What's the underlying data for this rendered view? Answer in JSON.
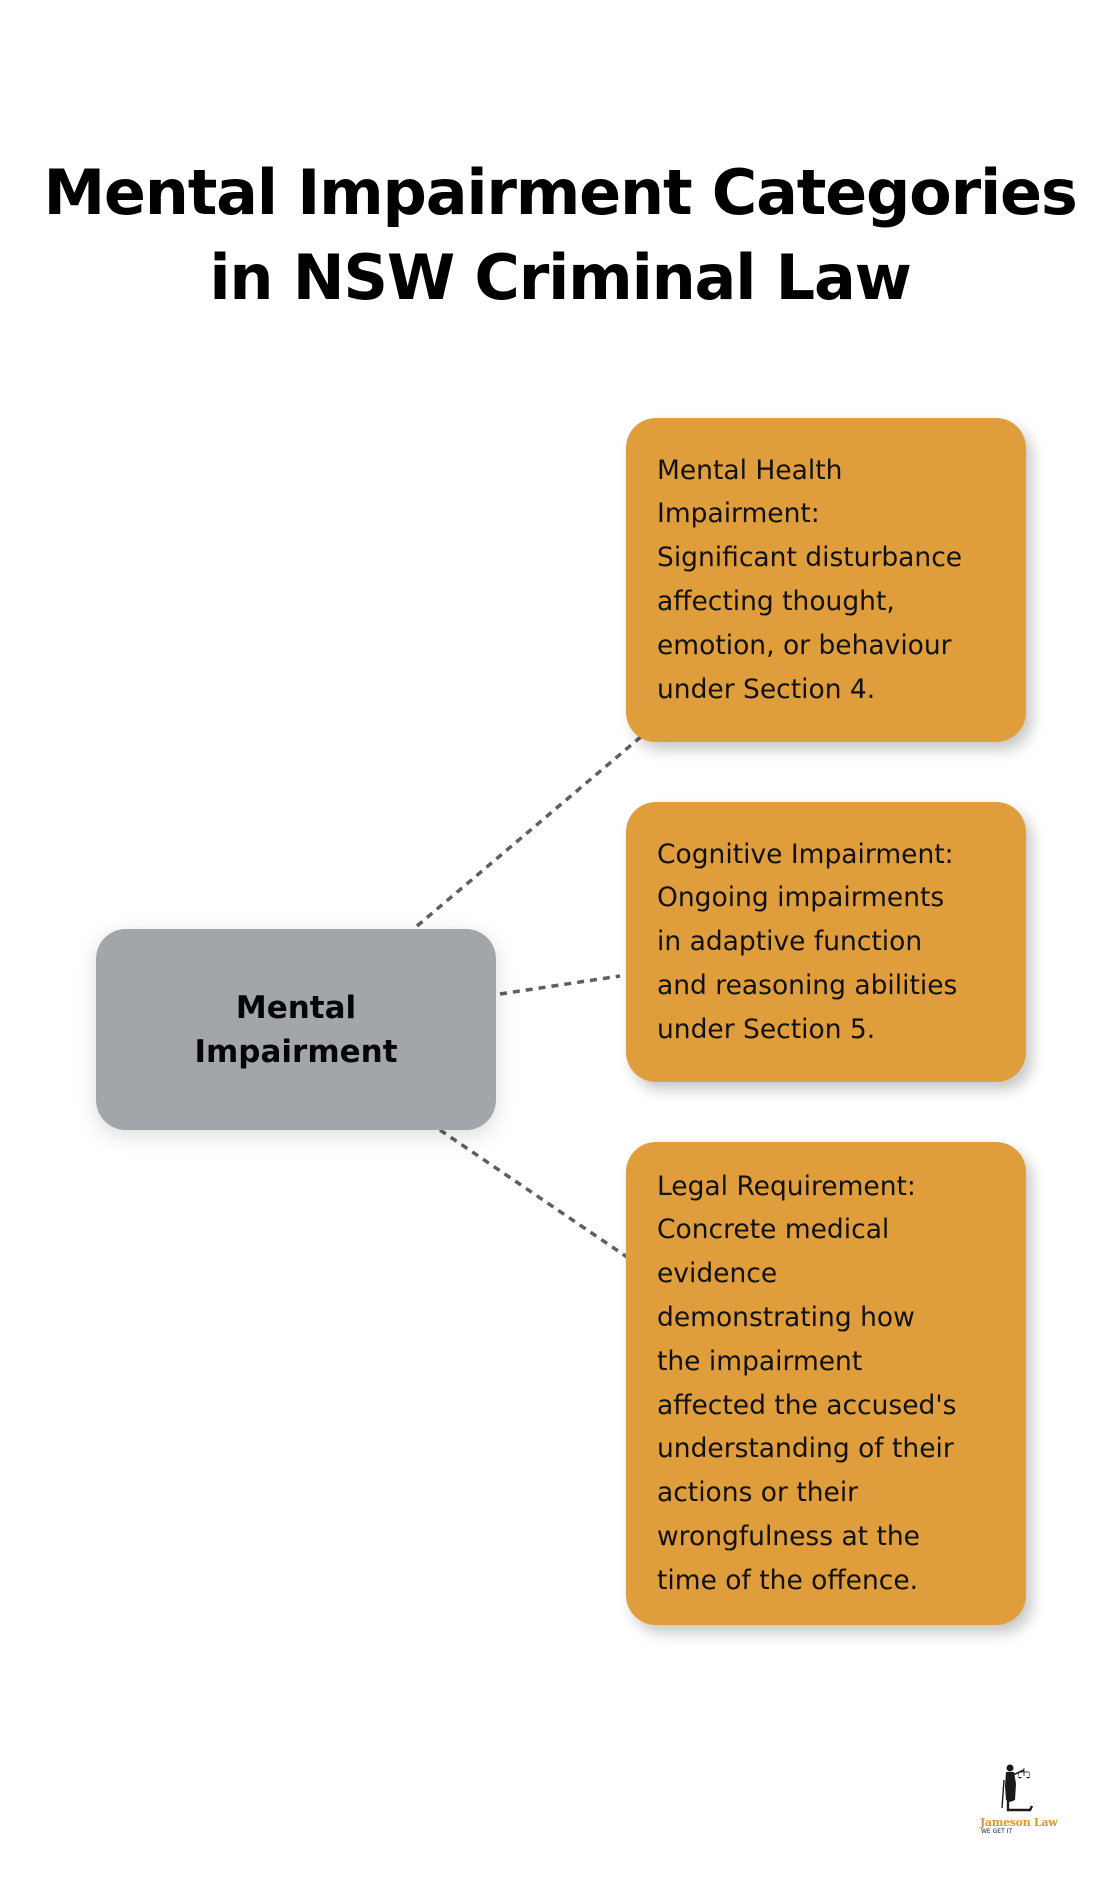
{
  "title": {
    "lines": [
      "Mental Impairment Categories",
      "in NSW Criminal Law"
    ]
  },
  "diagram": {
    "center_node": {
      "lines": [
        "Mental",
        "Impairment"
      ],
      "color": "#a2a6aa"
    },
    "category_color": "#df9e3b",
    "connector_color": "#5f5f5f",
    "categories": [
      {
        "lines": [
          "Mental Health",
          "Impairment:",
          "Significant disturbance",
          "affecting thought,",
          "emotion, or behaviour",
          "under Section 4."
        ]
      },
      {
        "lines": [
          "Cognitive Impairment:",
          "Ongoing impairments",
          "in adaptive function",
          "and reasoning abilities",
          "under Section 5."
        ]
      },
      {
        "lines": [
          "Legal Requirement:",
          "Concrete medical",
          "evidence",
          "demonstrating how",
          "the impairment",
          "affected the accused's",
          "understanding of their",
          "actions or their",
          "wrongfulness at the",
          "time of the offence."
        ]
      }
    ]
  },
  "logo": {
    "icon": "lady-justice-icon",
    "brand": "Jameson Law",
    "tagline": "WE GET IT"
  }
}
